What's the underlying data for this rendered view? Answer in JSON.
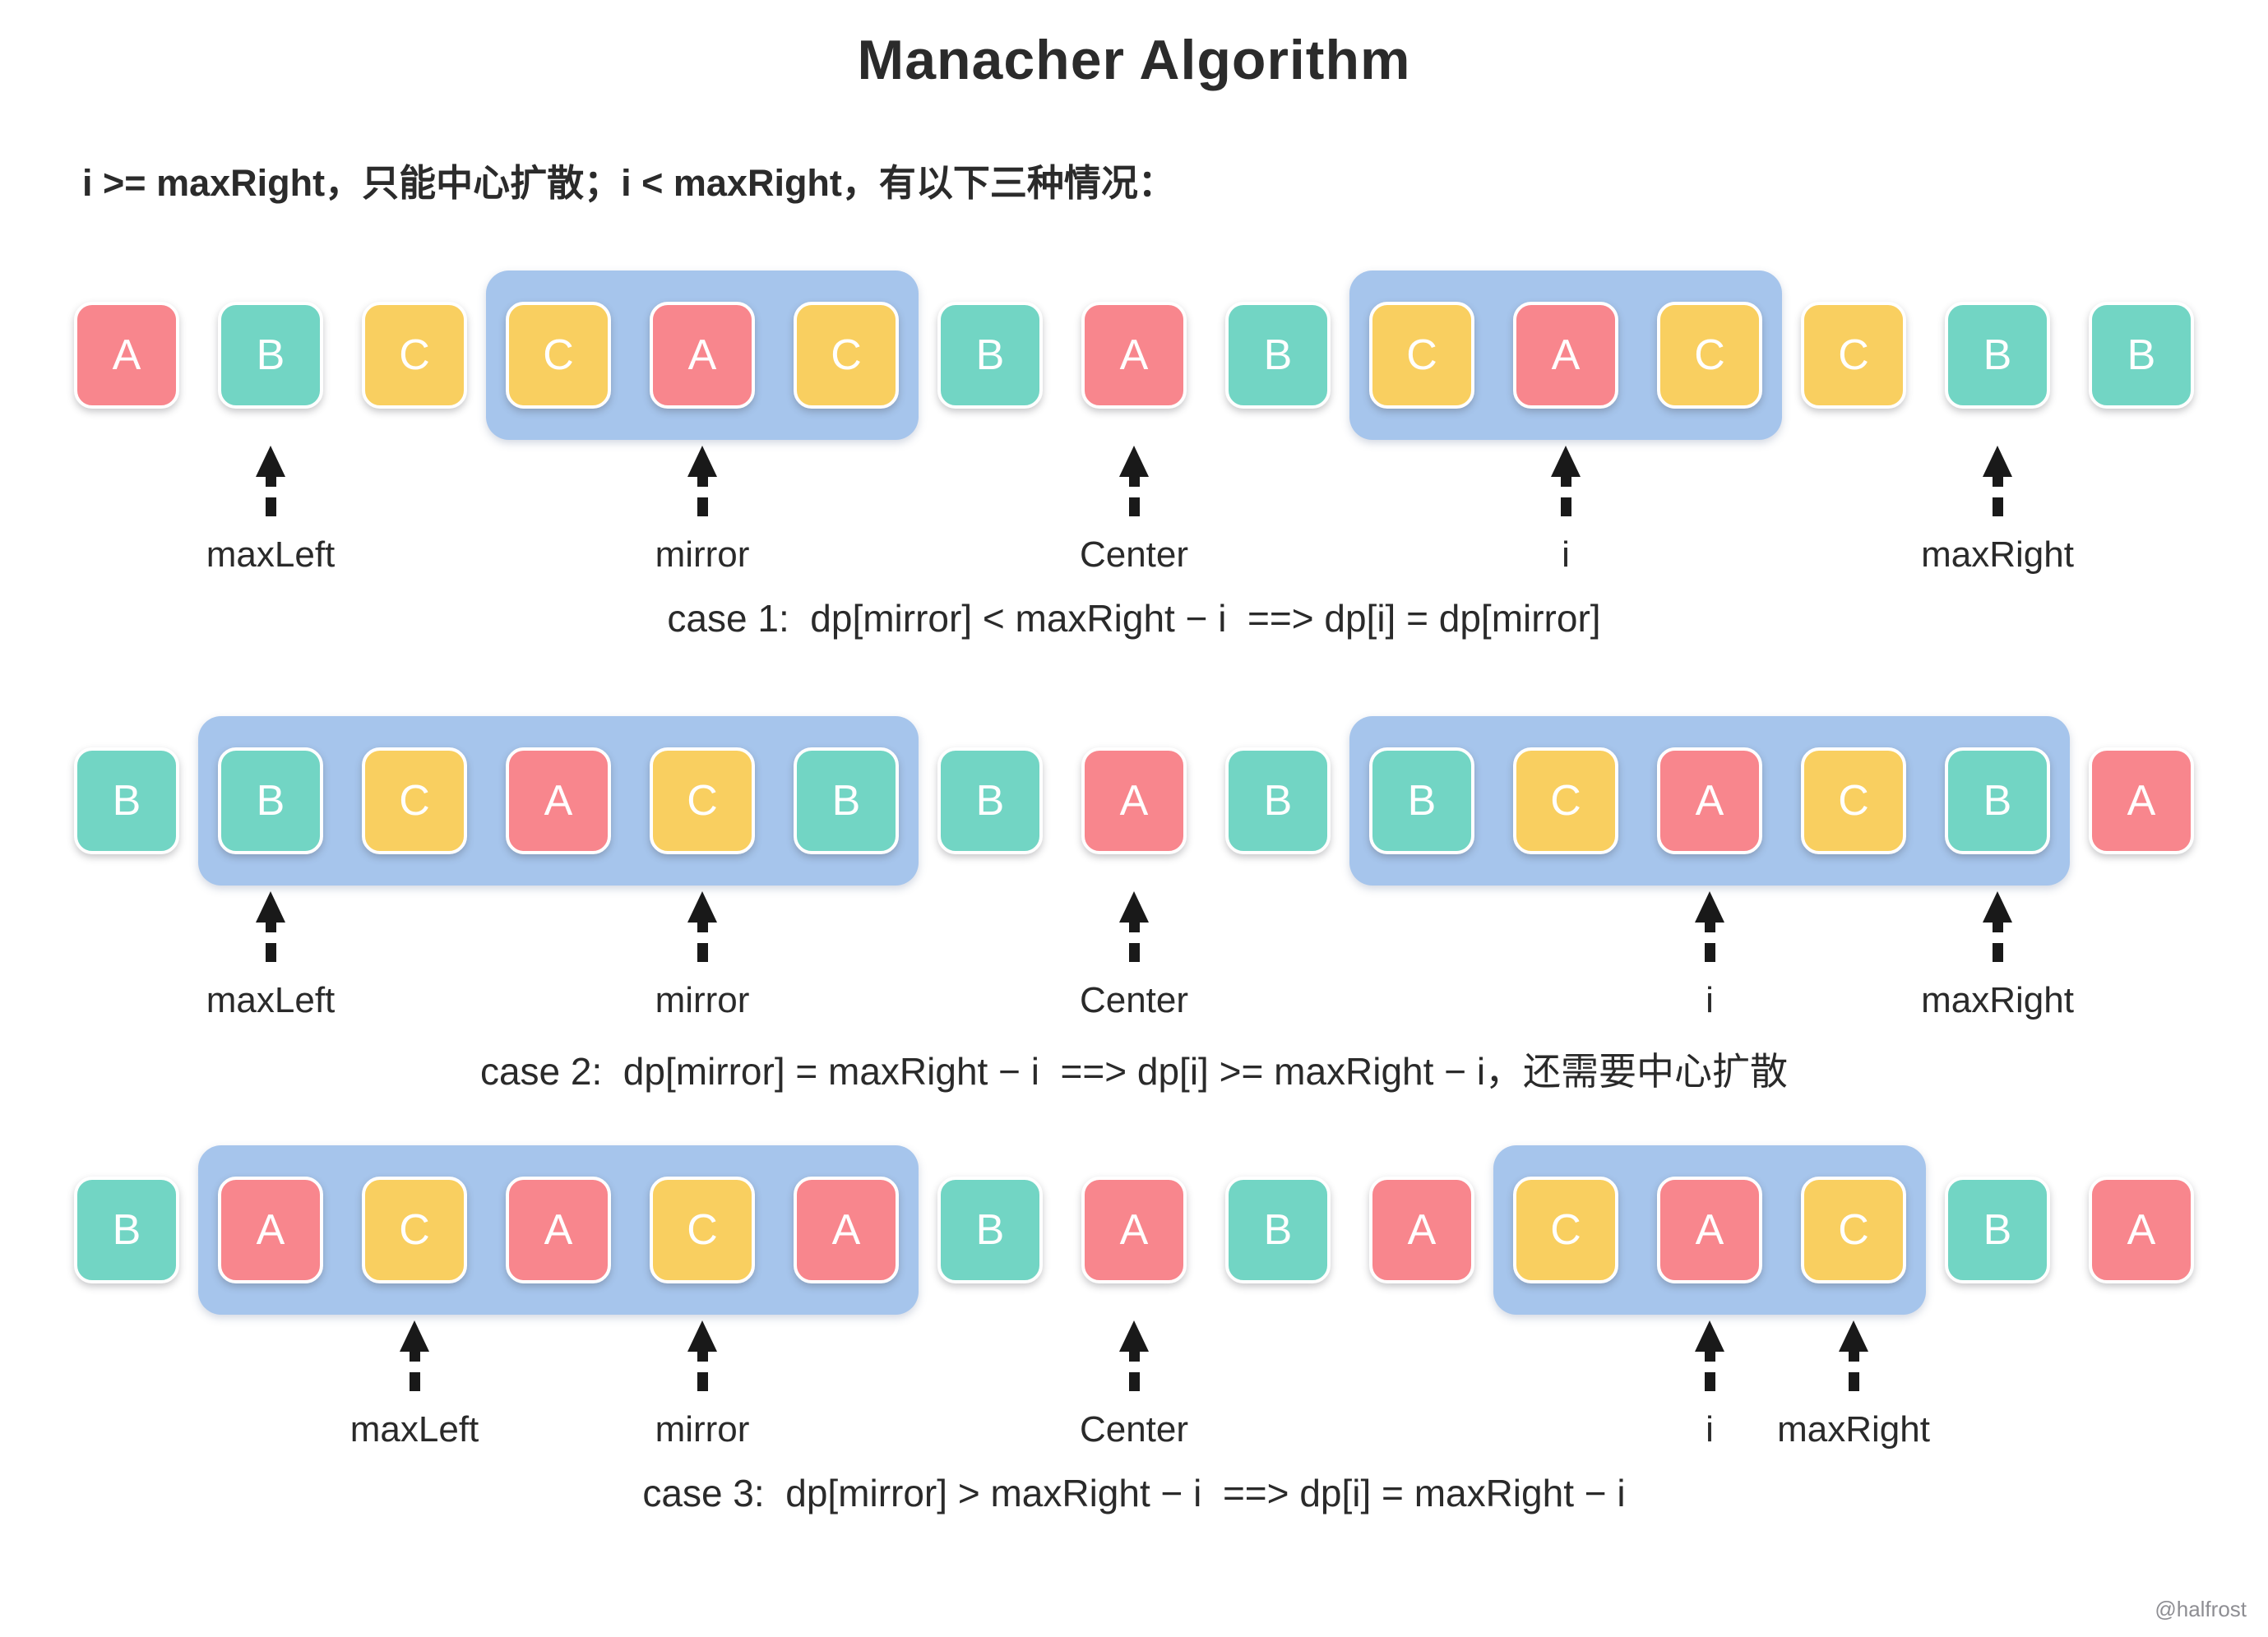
{
  "title": "Manacher Algorithm",
  "subtitle": "i >= maxRight，只能中心扩散；i < maxRight，有以下三种情况：",
  "watermark": "@halfrost",
  "colors": {
    "A": "#F8868D",
    "B": "#72D5C4",
    "C": "#F9CF60",
    "highlight": "#A6C5EC"
  },
  "cases": [
    {
      "caption": "case 1:  dp[mirror] < maxRight − i  ==> dp[i] = dp[mirror]",
      "letters": [
        "A",
        "B",
        "C",
        "C",
        "A",
        "C",
        "B",
        "A",
        "B",
        "C",
        "A",
        "C",
        "C",
        "B",
        "B"
      ],
      "groups": [
        {
          "start": 3,
          "end": 5
        },
        {
          "start": 9,
          "end": 11
        }
      ],
      "pointers": [
        {
          "index": 1,
          "label": "maxLeft"
        },
        {
          "index": 4,
          "label": "mirror"
        },
        {
          "index": 7,
          "label": "Center"
        },
        {
          "index": 10,
          "label": "i"
        },
        {
          "index": 13,
          "label": "maxRight"
        }
      ]
    },
    {
      "caption": "case 2:  dp[mirror] = maxRight − i  ==> dp[i] >= maxRight − i，还需要中心扩散",
      "letters": [
        "B",
        "B",
        "C",
        "A",
        "C",
        "B",
        "B",
        "A",
        "B",
        "B",
        "C",
        "A",
        "C",
        "B",
        "A"
      ],
      "groups": [
        {
          "start": 1,
          "end": 5
        },
        {
          "start": 9,
          "end": 13
        }
      ],
      "pointers": [
        {
          "index": 1,
          "label": "maxLeft"
        },
        {
          "index": 4,
          "label": "mirror"
        },
        {
          "index": 7,
          "label": "Center"
        },
        {
          "index": 11,
          "label": "i"
        },
        {
          "index": 13,
          "label": "maxRight"
        }
      ]
    },
    {
      "caption": "case 3:  dp[mirror] > maxRight − i  ==> dp[i] = maxRight − i",
      "letters": [
        "B",
        "A",
        "C",
        "A",
        "C",
        "A",
        "B",
        "A",
        "B",
        "A",
        "C",
        "A",
        "C",
        "B",
        "A"
      ],
      "groups": [
        {
          "start": 1,
          "end": 5
        },
        {
          "start": 10,
          "end": 12
        }
      ],
      "pointers": [
        {
          "index": 2,
          "label": "maxLeft"
        },
        {
          "index": 4,
          "label": "mirror"
        },
        {
          "index": 7,
          "label": "Center"
        },
        {
          "index": 11,
          "label": "i"
        },
        {
          "index": 12,
          "label": "maxRight"
        }
      ]
    }
  ]
}
